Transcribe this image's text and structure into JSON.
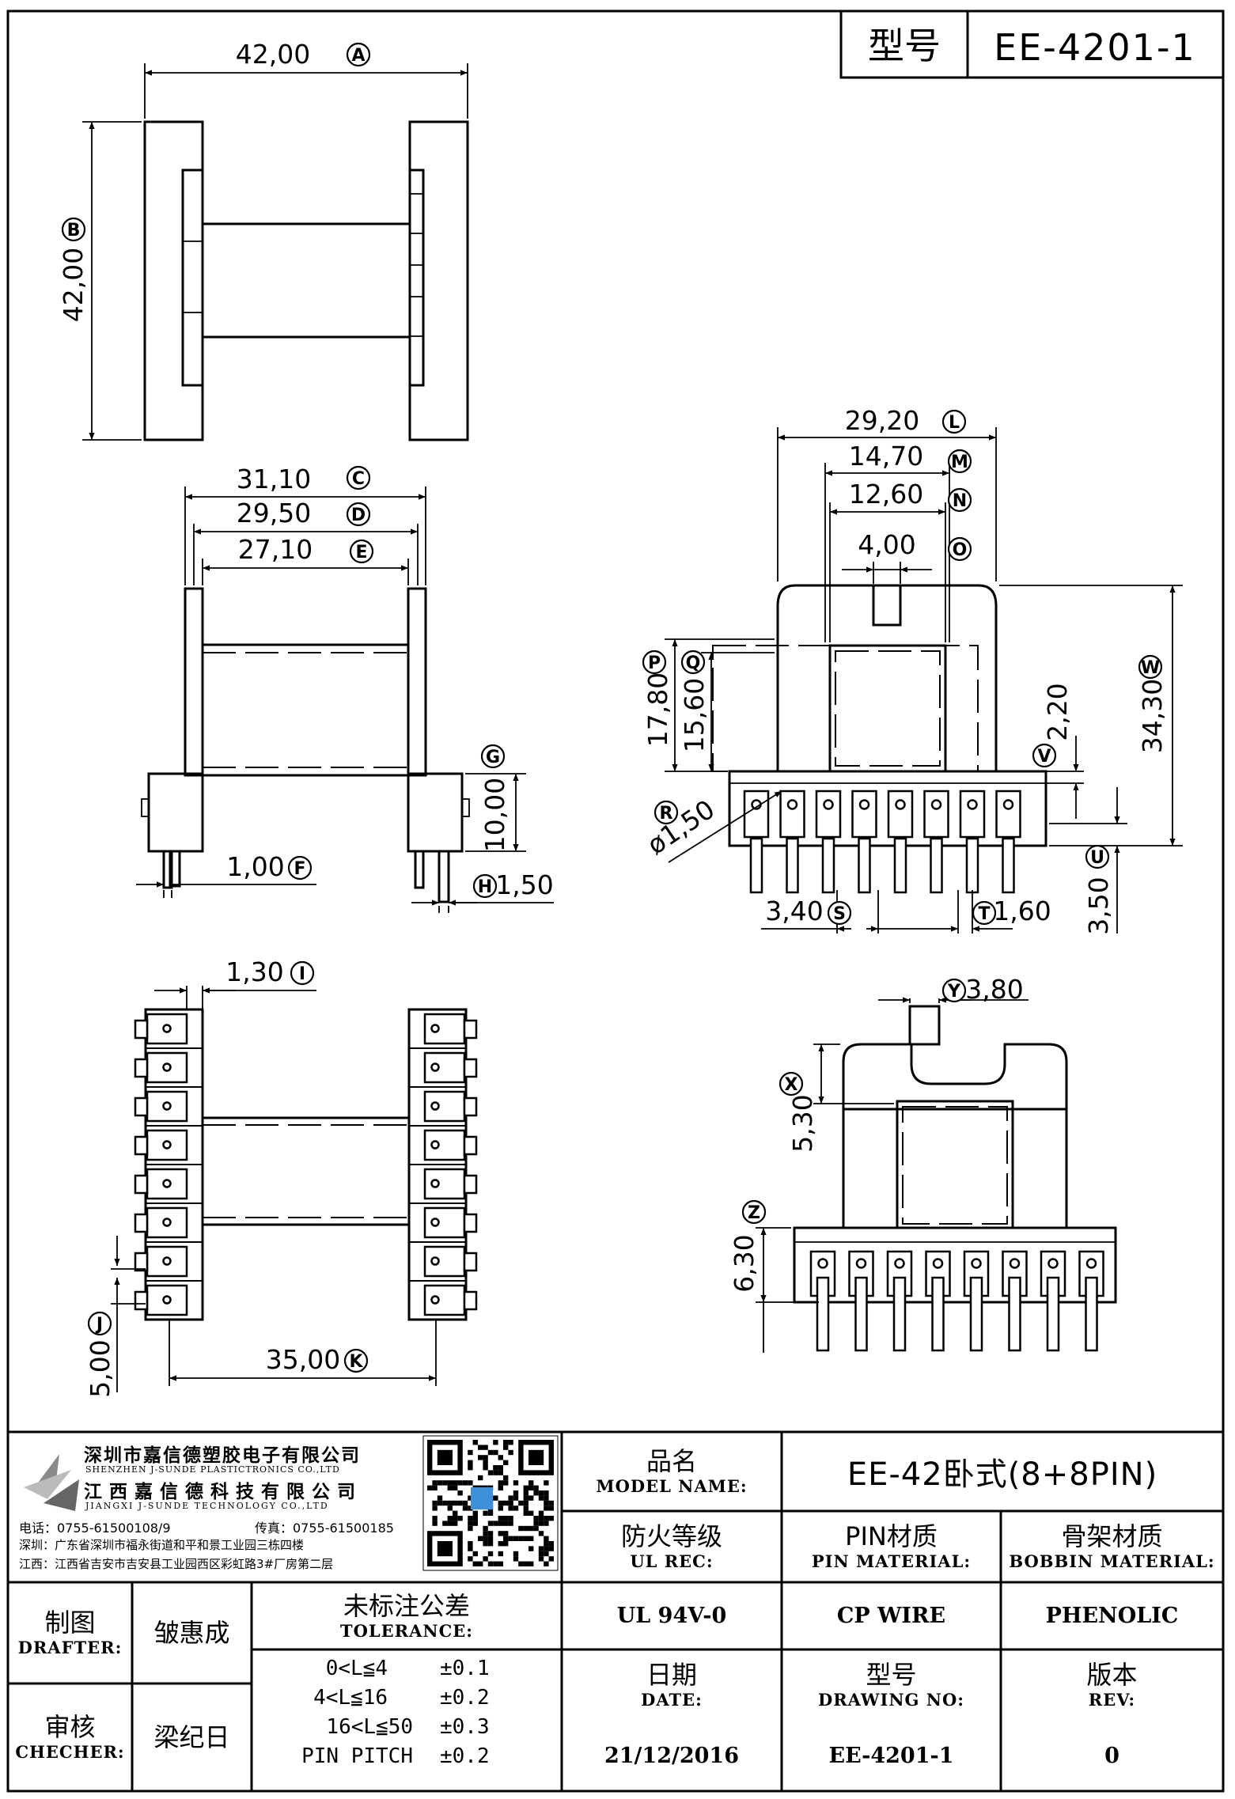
{
  "header": {
    "model_label": "型号",
    "model_value": "EE-4201-1"
  },
  "dims": {
    "A": "42,00",
    "B": "42,00",
    "C": "31,10",
    "D": "29,50",
    "E": "27,10",
    "F": "1,00",
    "G": "10,00",
    "H": "1,50",
    "I": "1,30",
    "J": "5,00",
    "K": "35,00",
    "L": "29,20",
    "M": "14,70",
    "N": "12,60",
    "O": "4,00",
    "P": "17,80",
    "Q": "15,60",
    "R": "ø1,50",
    "S": "3,40",
    "T": "1,60",
    "U": "3,50",
    "V": "2,20",
    "W": "34,30",
    "X": "5,30",
    "Y": "3,80",
    "Z": "6,30"
  },
  "company": {
    "name_cn_1": "深圳市嘉信德塑胶电子有限公司",
    "name_en_1": "SHENZHEN J-SUNDE PLASTICTRONICS CO.,LTD",
    "name_cn_2": "江西嘉信德科技有限公司",
    "name_en_2": "JIANGXI J-SUNDE TECHNOLOGY CO.,LTD",
    "tel": "电话：0755-61500108/9",
    "fax": "传真：0755-61500185",
    "addr_sz": "深圳：广东省深圳市福永街道和平和景工业园三栋四楼",
    "addr_jx": "江西：江西省吉安市吉安县工业园西区彩虹路3#厂房第二层"
  },
  "title_block": {
    "model_name_cn": "品名",
    "model_name_en": "MODEL NAME:",
    "model_name_value": "EE-42卧式(8+8PIN)",
    "ul_cn": "防火等级",
    "ul_en": "UL REC:",
    "ul_value": "UL 94V-0",
    "pin_cn": "PIN材质",
    "pin_en": "PIN MATERIAL:",
    "pin_value": "CP WIRE",
    "bobbin_cn": "骨架材质",
    "bobbin_en": "BOBBIN MATERIAL:",
    "bobbin_value": "PHENOLIC",
    "drafter_cn": "制图",
    "drafter_en": "DRAFTER:",
    "drafter_value": "皱惠成",
    "checker_cn": "审核",
    "checker_en": "CHECHER:",
    "checker_value": "梁纪日",
    "tolerance_cn": "未标注公差",
    "tolerance_en": "TOLERANCE:",
    "tolerance_rows": [
      {
        "range": "0<L≦4",
        "value": "±0.1"
      },
      {
        "range": "4<L≦16",
        "value": "±0.2"
      },
      {
        "range": "16<L≦50",
        "value": "±0.3"
      },
      {
        "range": "PIN PITCH",
        "value": "±0.2"
      }
    ],
    "date_cn": "日期",
    "date_en": "DATE:",
    "date_value": "21/12/2016",
    "dwg_cn": "型号",
    "dwg_en": "DRAWING NO:",
    "dwg_value": "EE-4201-1",
    "rev_cn": "版本",
    "rev_en": "REV:",
    "rev_value": "0"
  }
}
